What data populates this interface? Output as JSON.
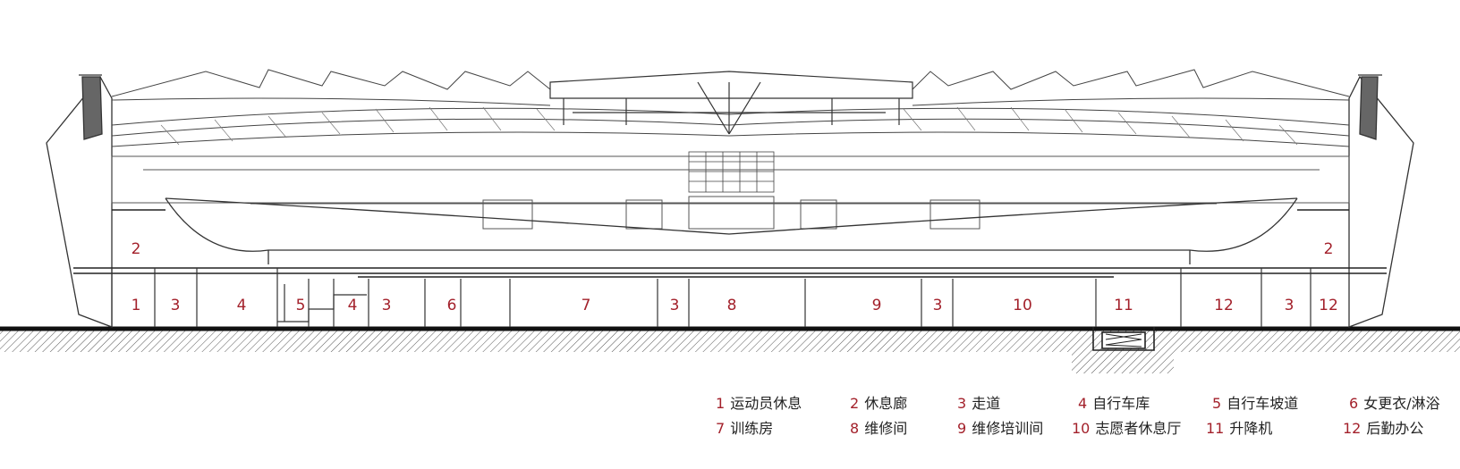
{
  "rooms": [
    {
      "num": "1"
    },
    {
      "num": "2"
    },
    {
      "num": "3"
    },
    {
      "num": "4"
    },
    {
      "num": "5"
    },
    {
      "num": "6"
    },
    {
      "num": "7"
    },
    {
      "num": "8"
    },
    {
      "num": "9"
    },
    {
      "num": "10"
    },
    {
      "num": "11"
    },
    {
      "num": "12"
    }
  ],
  "section_labels": {
    "l1": "1",
    "l3a": "3",
    "l4a": "4",
    "l5": "5",
    "l4b": "4",
    "l3b": "3",
    "l6": "6",
    "l7": "7",
    "l3c": "3",
    "l8": "8",
    "l9": "9",
    "l3d": "3",
    "l10": "10",
    "l11": "11",
    "l12a": "12",
    "l3e": "3",
    "l12b": "12",
    "l2a": "2",
    "l2b": "2"
  },
  "legend": [
    {
      "num": "1",
      "label": "运动员休息"
    },
    {
      "num": "2",
      "label": "休息廊"
    },
    {
      "num": "3",
      "label": "走道"
    },
    {
      "num": "4",
      "label": "自行车库"
    },
    {
      "num": "5",
      "label": "自行车坡道"
    },
    {
      "num": "6",
      "label": "女更衣/淋浴"
    },
    {
      "num": "7",
      "label": "训练房"
    },
    {
      "num": "8",
      "label": "维修间"
    },
    {
      "num": "9",
      "label": "维修培训间"
    },
    {
      "num": "10",
      "label": "志愿者休息厅"
    },
    {
      "num": "11",
      "label": "升降机"
    },
    {
      "num": "12",
      "label": "后勤办公"
    }
  ],
  "colors": {
    "label_red": "#a3212b",
    "line": "#333333",
    "ground": "#111111"
  }
}
